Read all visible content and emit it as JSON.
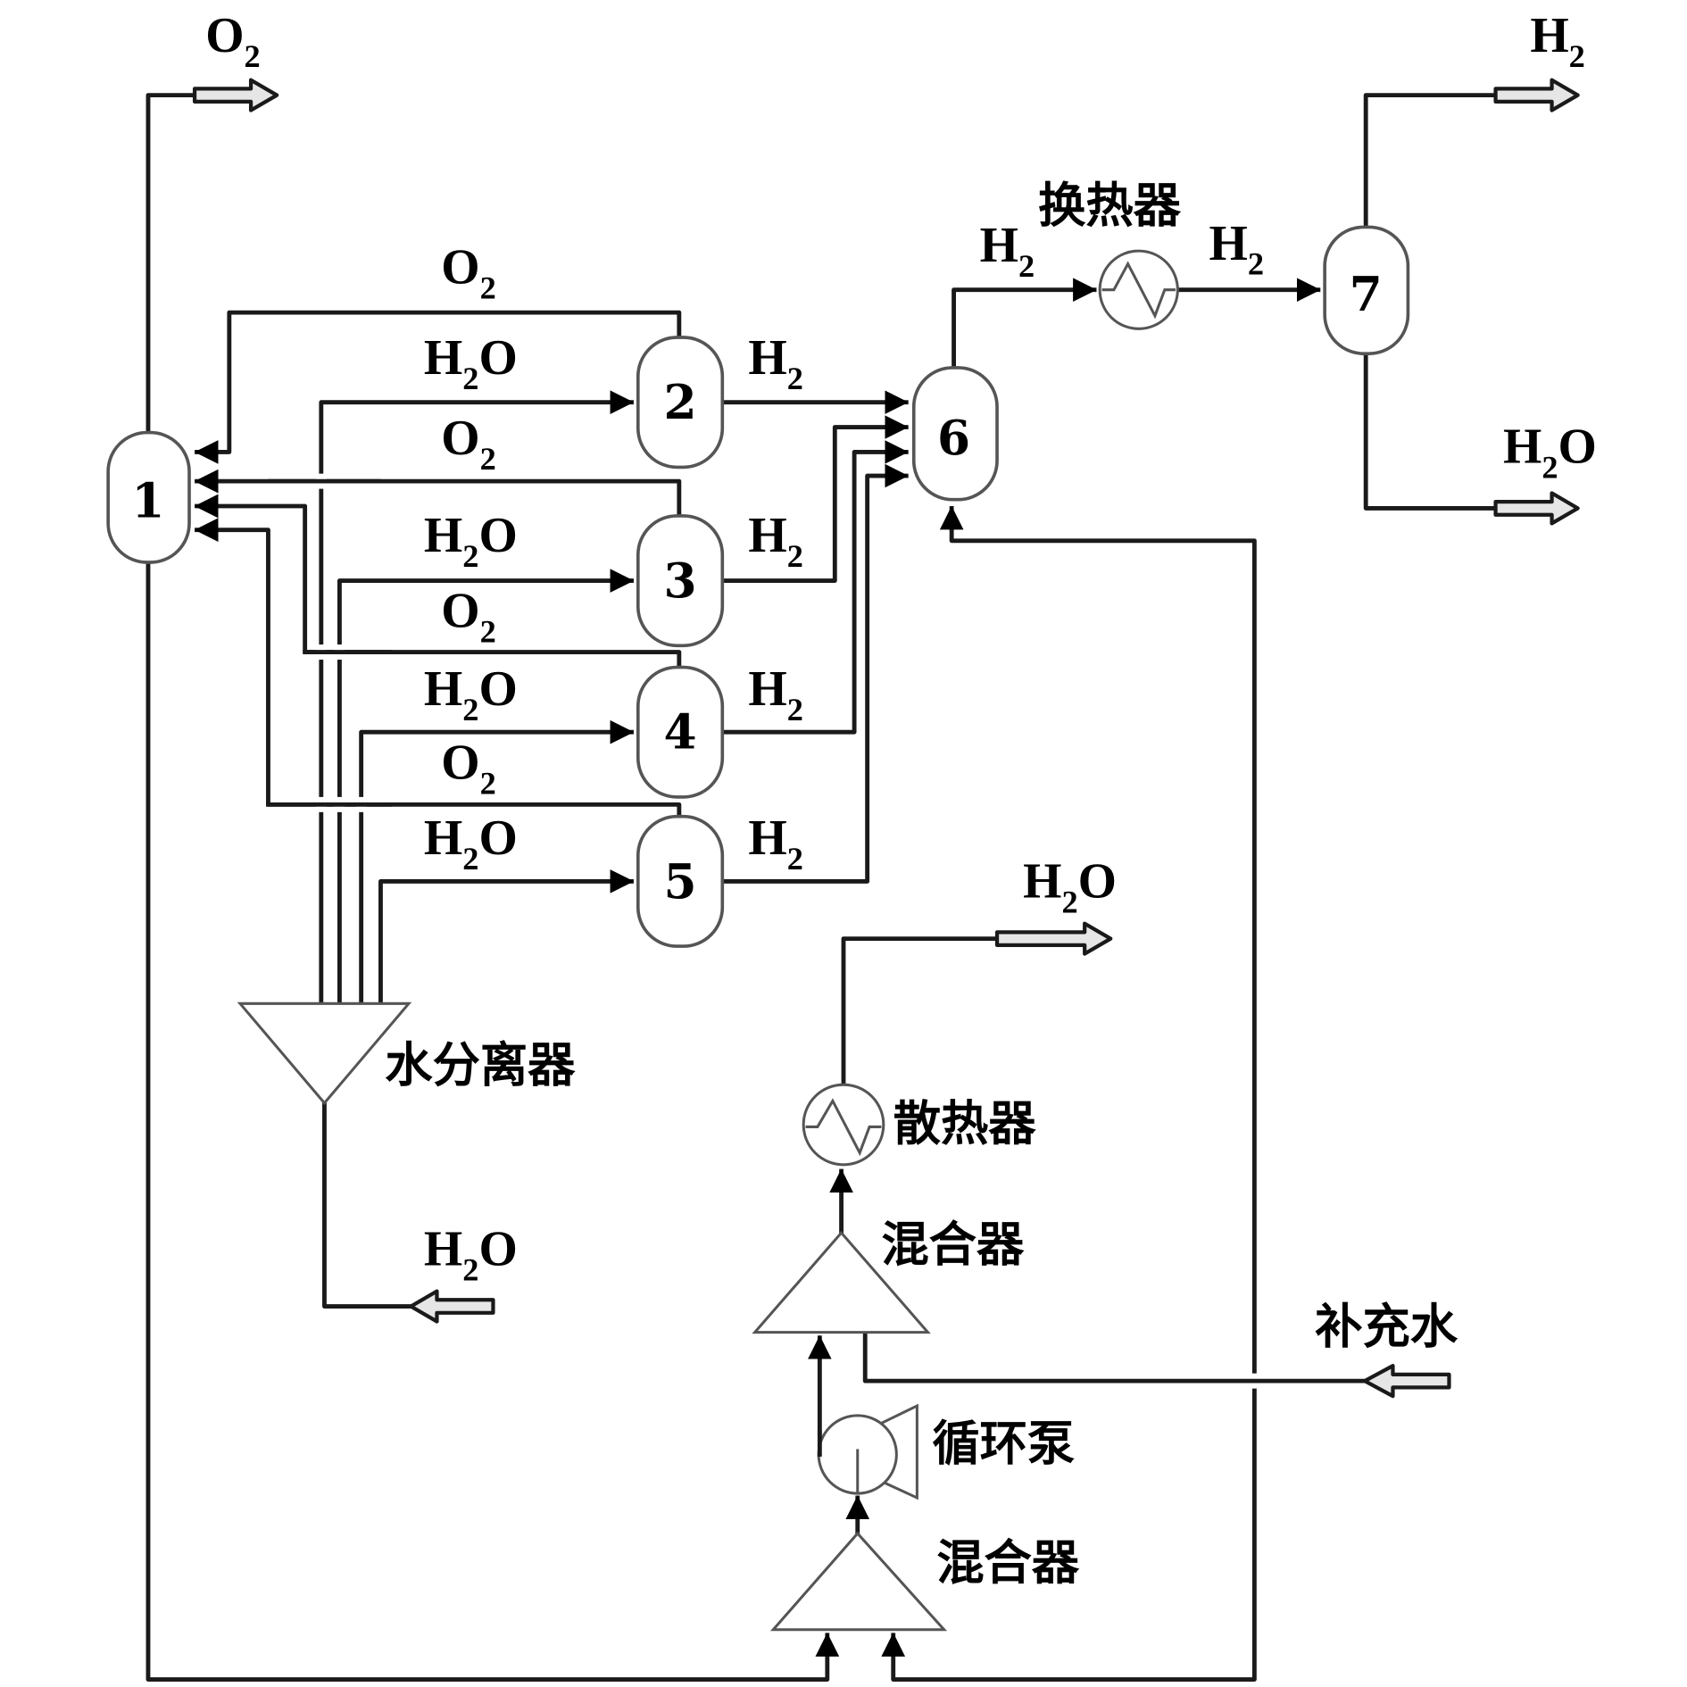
{
  "diagram": {
    "title": "Hydrogen production process flow (electrolyzer stacks with water loop)",
    "units": [
      {
        "id": "1",
        "label": "1",
        "role": "O2 collector"
      },
      {
        "id": "2",
        "label": "2",
        "role": "electrolyzer"
      },
      {
        "id": "3",
        "label": "3",
        "role": "electrolyzer"
      },
      {
        "id": "4",
        "label": "4",
        "role": "electrolyzer"
      },
      {
        "id": "5",
        "label": "5",
        "role": "electrolyzer"
      },
      {
        "id": "6",
        "label": "6",
        "role": "H2 collector"
      },
      {
        "id": "7",
        "label": "7",
        "role": "gas-liquid separator"
      }
    ],
    "equipment": {
      "heat_exchanger": "换热器",
      "water_separator": "水分离器",
      "radiator": "散热器",
      "mixer_upper": "混合器",
      "mixer_lower": "混合器",
      "circulation_pump": "循环泵",
      "makeup_water": "补充水"
    },
    "streams": {
      "o2_out_top": {
        "base": "O",
        "sub": "2"
      },
      "o2_from_2": {
        "base": "O",
        "sub": "2"
      },
      "h2o_to_2": {
        "base": "H",
        "sub": "2",
        "tail": "O"
      },
      "o2_from_3": {
        "base": "O",
        "sub": "2"
      },
      "h2o_to_3": {
        "base": "H",
        "sub": "2",
        "tail": "O"
      },
      "o2_from_4": {
        "base": "O",
        "sub": "2"
      },
      "h2o_to_4": {
        "base": "H",
        "sub": "2",
        "tail": "O"
      },
      "o2_from_5": {
        "base": "O",
        "sub": "2"
      },
      "h2o_to_5": {
        "base": "H",
        "sub": "2",
        "tail": "O"
      },
      "h2_from_2": {
        "base": "H",
        "sub": "2"
      },
      "h2_from_3": {
        "base": "H",
        "sub": "2"
      },
      "h2_from_4": {
        "base": "H",
        "sub": "2"
      },
      "h2_from_5": {
        "base": "H",
        "sub": "2"
      },
      "h2_from_6": {
        "base": "H",
        "sub": "2"
      },
      "h2_to_7": {
        "base": "H",
        "sub": "2"
      },
      "h2_out": {
        "base": "H",
        "sub": "2"
      },
      "h2o_out_7": {
        "base": "H",
        "sub": "2",
        "tail": "O"
      },
      "h2o_out_radiator": {
        "base": "H",
        "sub": "2",
        "tail": "O"
      },
      "h2o_in_separator": {
        "base": "H",
        "sub": "2",
        "tail": "O"
      }
    }
  }
}
